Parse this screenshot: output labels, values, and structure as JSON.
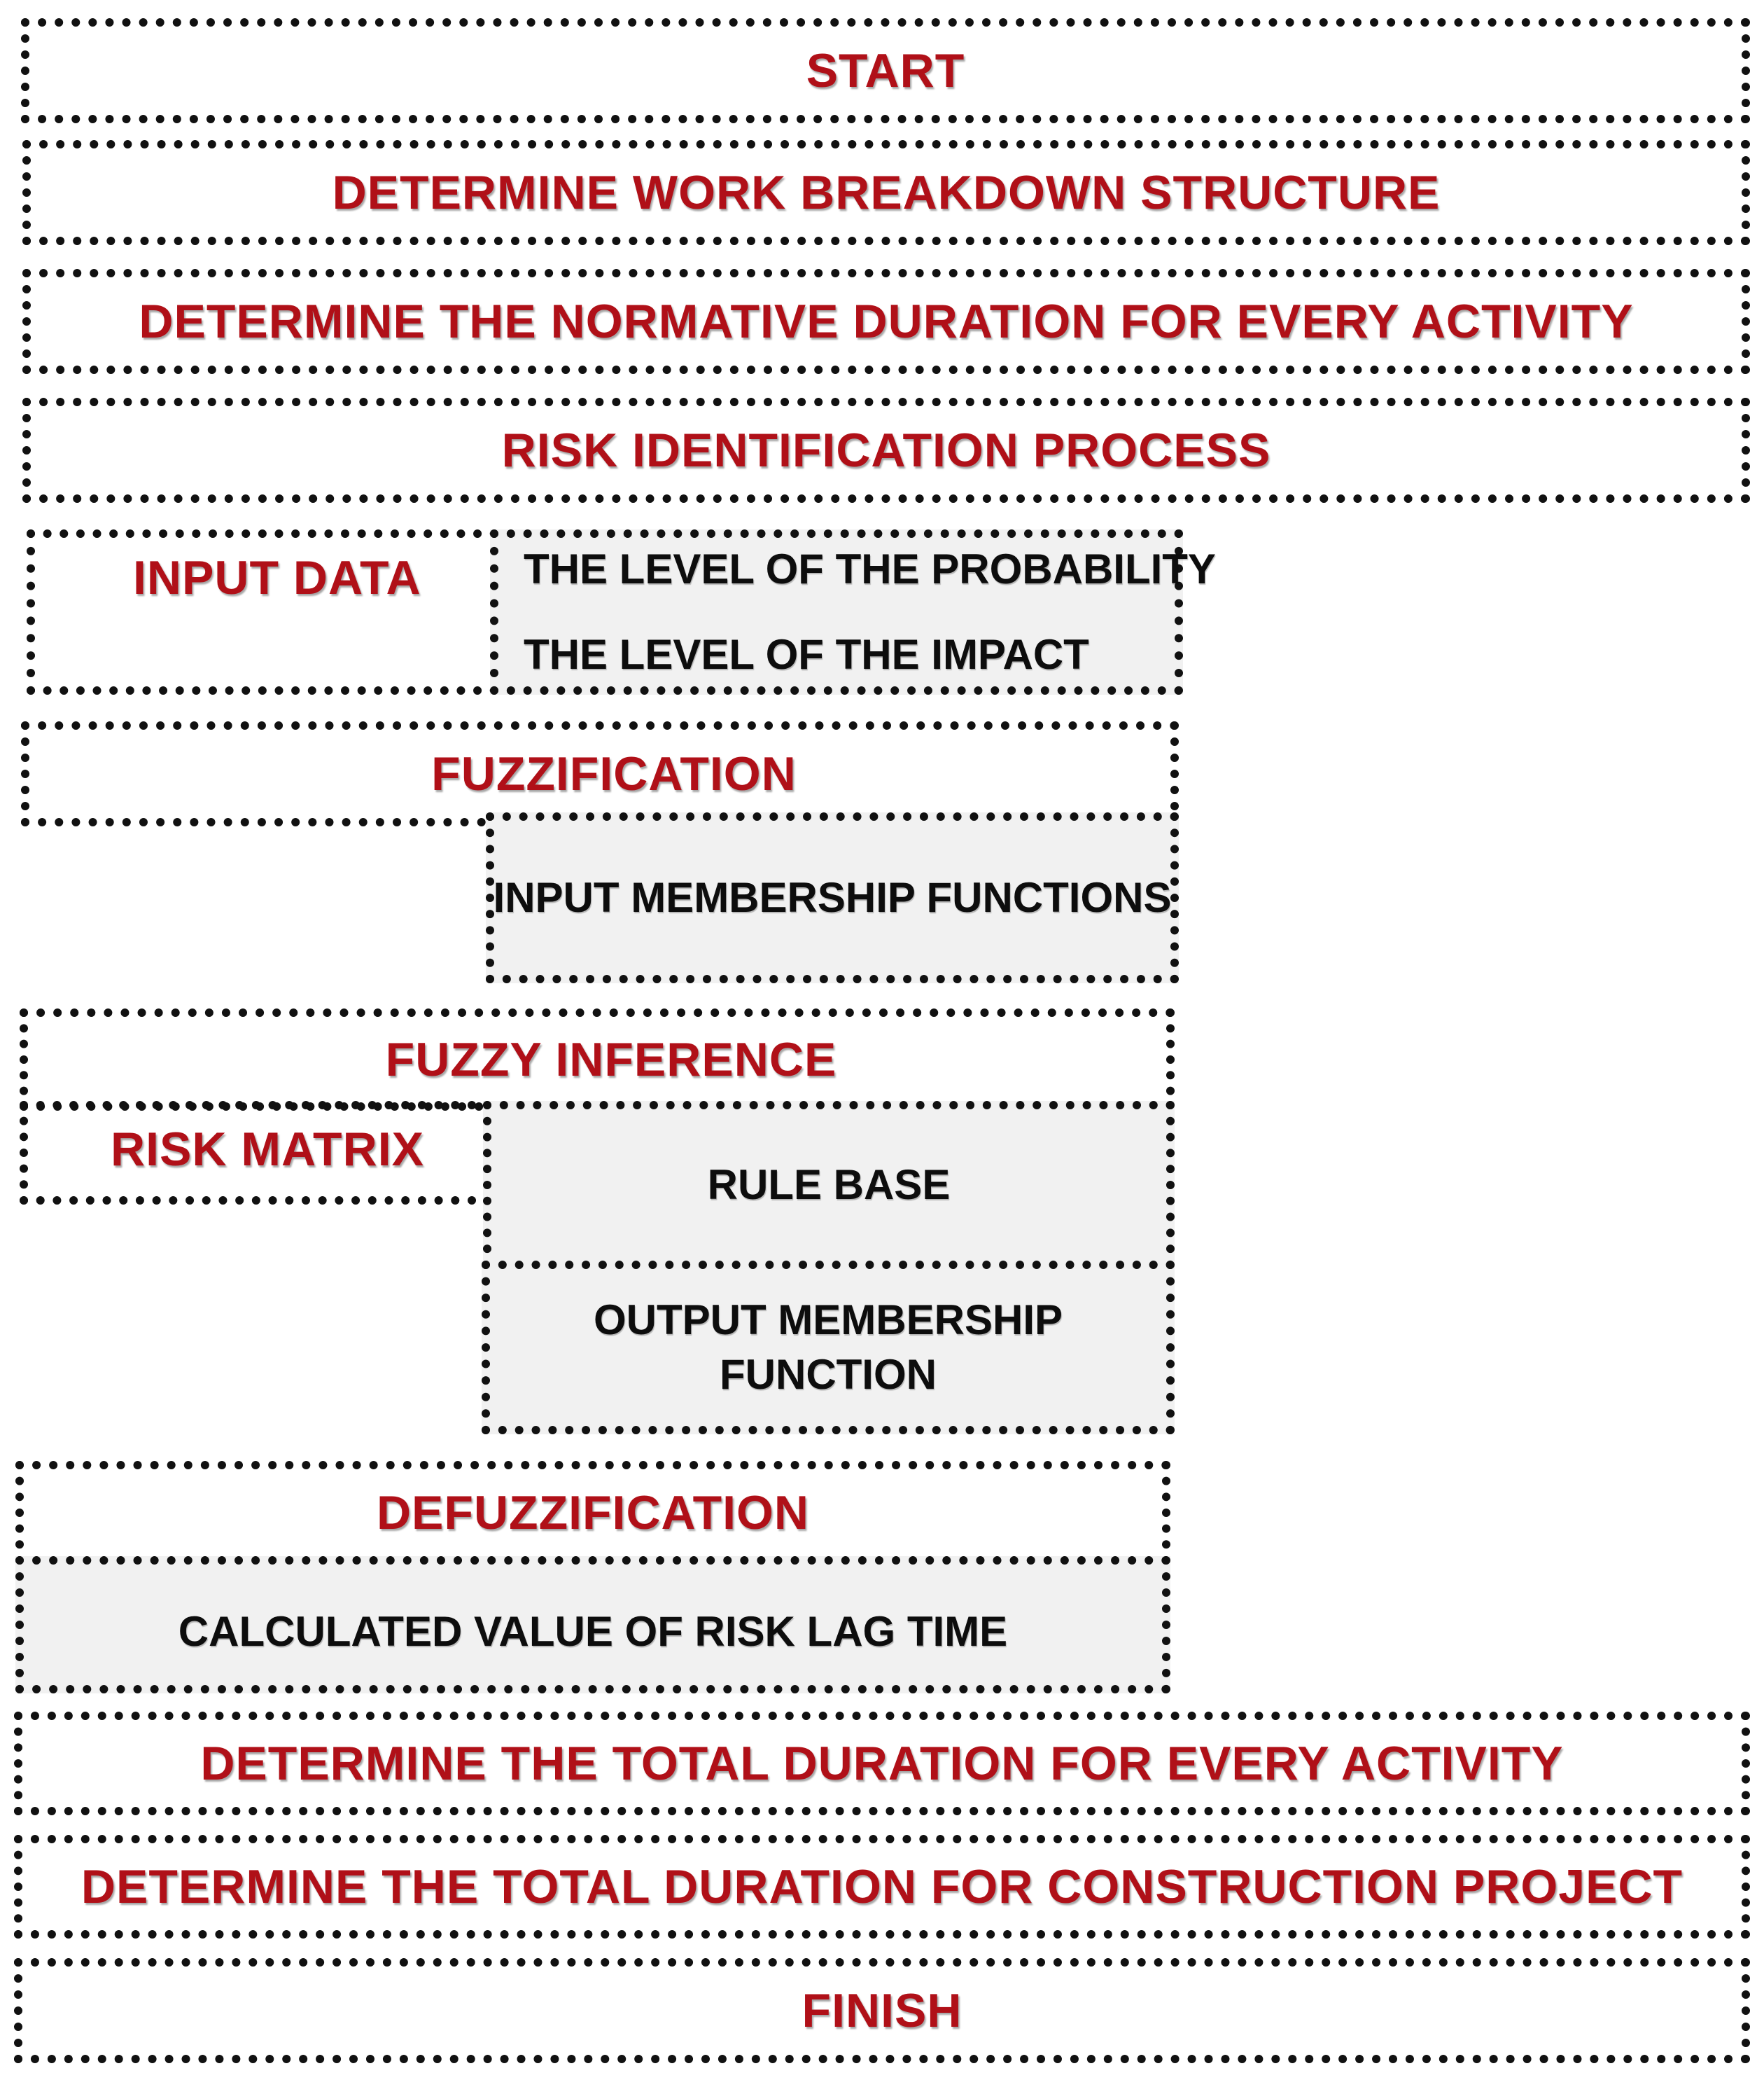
{
  "steps": {
    "start": "START",
    "wbs": "DETERMINE WORK BREAKDOWN STRUCTURE",
    "normative": "DETERMINE THE NORMATIVE DURATION FOR EVERY ACTIVITY",
    "risk_id": "RISK IDENTIFICATION PROCESS",
    "input_data": "INPUT DATA",
    "probability": "THE LEVEL OF THE PROBABILITY",
    "impact": "THE LEVEL OF THE IMPACT",
    "fuzzification": "FUZZIFICATION",
    "input_mf": "INPUT MEMBERSHIP FUNCTIONS",
    "fuzzy_inference": "FUZZY INFERENCE",
    "risk_matrix": "RISK MATRIX",
    "rule_base": "RULE BASE",
    "output_mf_line1": "OUTPUT MEMBERSHIP",
    "output_mf_line2": "FUNCTION",
    "defuzzification": "DEFUZZIFICATION",
    "calc_value": "CALCULATED VALUE OF RISK LAG TIME",
    "total_activity": "DETERMINE THE TOTAL DURATION FOR EVERY ACTIVITY",
    "total_project": "DETERMINE THE TOTAL DURATION FOR CONSTRUCTION PROJECT",
    "finish": "FINISH"
  }
}
